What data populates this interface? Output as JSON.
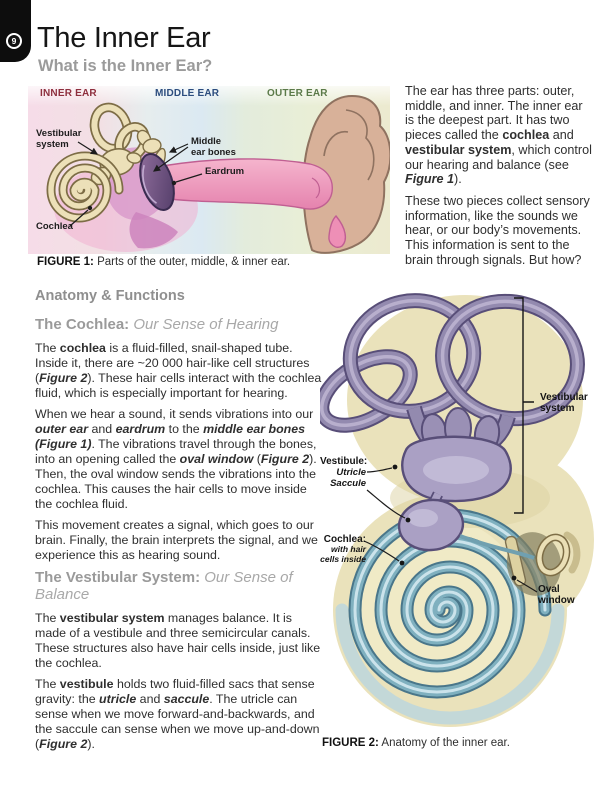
{
  "header": {
    "badge_number": "9",
    "title": "The Inner Ear",
    "subtitle": "What is the Inner Ear?"
  },
  "figure1": {
    "region_labels": [
      {
        "label": "INNER EAR",
        "color": "#8e2f3e"
      },
      {
        "label": "MIDDLE EAR",
        "color": "#2c4d7e"
      },
      {
        "label": "OUTER EAR",
        "color": "#5b7a49"
      }
    ],
    "callouts": {
      "vestibular": [
        "Vestibular",
        "system"
      ],
      "middle_ear_bones": [
        "Middle",
        "ear bones"
      ],
      "eardrum": "Eardrum",
      "cochlea": "Cochlea"
    },
    "caption": {
      "label": "FIGURE 1:",
      "text": " Parts of the outer, middle, & inner ear."
    }
  },
  "intro": {
    "paragraphs": [
      [
        {
          "t": "The ear has three parts: outer, middle, and inner. The inner ear is the deepest part. It has two pieces called the "
        },
        {
          "t": "cochlea",
          "b": 1
        },
        {
          "t": " and "
        },
        {
          "t": "vestibular system",
          "b": 1
        },
        {
          "t": ", which control our hearing and balance (see "
        },
        {
          "t": "Figure 1",
          "b": 1,
          "i": 1
        },
        {
          "t": ")."
        }
      ],
      [
        {
          "t": "These two pieces collect sensory information, like the sounds we hear, or our body’s movements. This information is sent to the brain through signals. But how?"
        }
      ]
    ]
  },
  "anatomy": {
    "heading": "Anatomy & Functions",
    "cochlea_section": {
      "heading_bold": "The Cochlea:",
      "heading_italic": " Our Sense of Hearing",
      "paragraphs": [
        [
          {
            "t": "The "
          },
          {
            "t": "cochlea",
            "b": 1
          },
          {
            "t": " is a fluid-filled, snail-shaped tube. Inside it, there are ~20 000 hair-like cell structures ("
          },
          {
            "t": "Figure 2",
            "b": 1,
            "i": 1
          },
          {
            "t": "). These hair cells interact with the cochlea fluid, which is especially important for hearing."
          }
        ],
        [
          {
            "t": "When we hear a sound, it sends vibrations into our "
          },
          {
            "t": "outer ear",
            "b": 1,
            "i": 1
          },
          {
            "t": " and "
          },
          {
            "t": "eardrum",
            "b": 1,
            "i": 1
          },
          {
            "t": " to the "
          },
          {
            "t": "middle ear bones (Figure 1)",
            "b": 1,
            "i": 1
          },
          {
            "t": ". The vibrations travel through the bones, into an opening called the "
          },
          {
            "t": "oval window",
            "b": 1,
            "i": 1
          },
          {
            "t": " ("
          },
          {
            "t": "Figure 2",
            "b": 1,
            "i": 1
          },
          {
            "t": "). Then, the oval window sends the vibrations into the cochlea. This causes the hair cells to move inside the cochlea fluid."
          }
        ],
        [
          {
            "t": "This movement creates a signal, which goes to our brain. Finally, the brain interprets the signal, and we experience this as hearing sound."
          }
        ]
      ]
    },
    "vestibular_section": {
      "heading_bold": "The Vestibular System:",
      "heading_italic": " Our Sense of Balance",
      "paragraphs": [
        [
          {
            "t": "The "
          },
          {
            "t": "vestibular system",
            "b": 1
          },
          {
            "t": " manages balance. It is made of a vestibule and three semicircular canals. These structures also have hair cells inside, just like the cochlea."
          }
        ],
        [
          {
            "t": "The "
          },
          {
            "t": "vestibule",
            "b": 1
          },
          {
            "t": " holds two fluid-filled sacs that sense gravity: the "
          },
          {
            "t": "utricle",
            "b": 1,
            "i": 1
          },
          {
            "t": " and "
          },
          {
            "t": "saccule",
            "b": 1,
            "i": 1
          },
          {
            "t": ". The utricle can sense when we move forward-and-backwards, and the saccule can sense when we move up-and-down ("
          },
          {
            "t": "Figure 2",
            "b": 1,
            "i": 1
          },
          {
            "t": ")."
          }
        ]
      ]
    }
  },
  "figure2": {
    "callouts": {
      "vestibular_system": [
        "Vestibular",
        "system"
      ],
      "vestibule": {
        "title": "Vestibule:",
        "lines": [
          "Utricle",
          "Saccule"
        ]
      },
      "cochlea": {
        "title": "Cochlea:",
        "lines": [
          "with hair",
          "cells inside"
        ]
      },
      "oval_window": [
        "Oval",
        "window"
      ]
    },
    "caption": {
      "label": "FIGURE 2:",
      "text": " Anatomy of the inner ear."
    }
  },
  "palette": {
    "ink": "#161616",
    "muted_heading": "#9b9b9b",
    "body_text": "#2f2f2f",
    "canal_purple": "#938aaf",
    "cochlea_teal": "#7fb0bf",
    "bone_cream": "#ece0b8",
    "ear_skin": "#d8b199",
    "canal_pink": "#ee9cbd"
  }
}
